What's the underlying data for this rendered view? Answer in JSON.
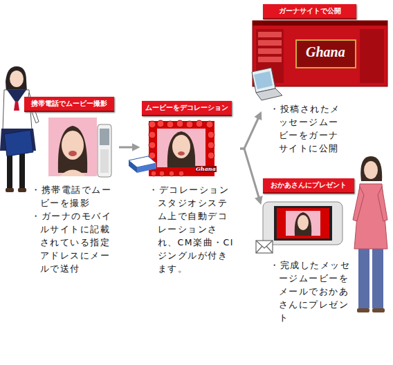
{
  "diagram": {
    "nodes": [
      {
        "text": [
          "携帯電話でムービー撮影",
          "・携帯電話でムービーを撮影",
          "・ガーナのモバイルサイトに記載されている指定アドレスにメールで送付"
        ]
      },
      {
        "text": [
          "ムービーをデコレーション",
          "・デコレーションスタジオシステム上で自動デコレーションされ、CM楽曲・CIジングルが付きます。"
        ]
      },
      {
        "text": [
          "ガーナサイトで公開",
          "・投稿されたメッセージムービーをガーナサイトに公開"
        ]
      },
      {
        "text": [
          "おかあさんにプレゼント",
          "・完成したメッセージムービーをメールでおかあさんにプレゼント"
        ]
      }
    ],
    "edges": [
      {
        "from": 0,
        "to": 1,
        "arrow": "to"
      },
      {
        "from": 1,
        "to": 2,
        "arrow": "to"
      },
      {
        "from": 1,
        "to": 3,
        "arrow": "to"
      }
    ],
    "labels": [
      "Ghana",
      "Ghana"
    ]
  }
}
